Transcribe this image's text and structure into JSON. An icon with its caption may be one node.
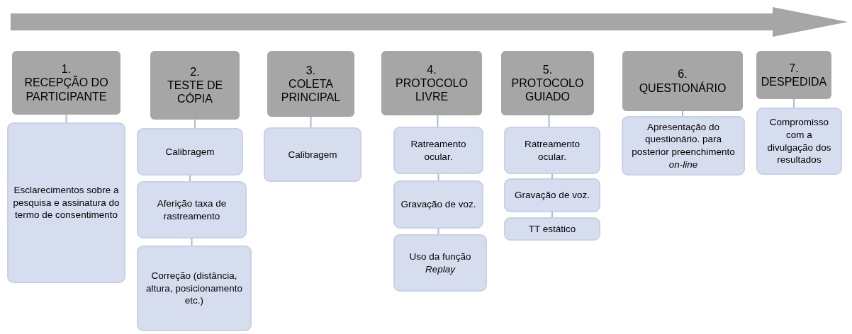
{
  "diagram": {
    "nodes": [
      {
        "text": [
          "1.",
          "RECEPÇÃO DO PARTICIPANTE"
        ]
      },
      {
        "text": [
          "Esclarecimentos sobre a pesquisa e assinatura do termo de consentimento"
        ]
      },
      {
        "text": [
          "2.",
          "TESTE DE CÓPIA"
        ]
      },
      {
        "text": [
          "Calibragem"
        ]
      },
      {
        "text": [
          "Aferição taxa de rastreamento"
        ]
      },
      {
        "text": [
          "Correção (distância, altura, posicionamento etc.)"
        ]
      },
      {
        "text": [
          "3.",
          "COLETA PRINCIPAL"
        ]
      },
      {
        "text": [
          "Calibragem"
        ]
      },
      {
        "text": [
          "4.",
          "PROTOCOLO LIVRE"
        ]
      },
      {
        "text": [
          "Ratreamento ocular."
        ]
      },
      {
        "text": [
          "Gravação de voz."
        ]
      },
      {
        "text": [
          "Uso da função *Replay*"
        ]
      },
      {
        "text": [
          "5.",
          "PROTOCOLO GUIADO"
        ]
      },
      {
        "text": [
          "Ratreamento ocular."
        ]
      },
      {
        "text": [
          "Gravação de voz."
        ]
      },
      {
        "text": [
          "TT estático"
        ]
      },
      {
        "text": [
          "6.",
          "QUESTIONÁRIO"
        ]
      },
      {
        "text": [
          "Apresentação do questionário. para posterior preenchimento *on-line*"
        ]
      },
      {
        "text": [
          "7.",
          "DESPEDIDA"
        ]
      },
      {
        "text": [
          "Compromisso com a divulgação dos resultados"
        ]
      }
    ],
    "edges": [
      {
        "from": 0,
        "to": 1,
        "arrow": "none"
      },
      {
        "from": 2,
        "to": 3,
        "arrow": "none"
      },
      {
        "from": 3,
        "to": 4,
        "arrow": "none"
      },
      {
        "from": 4,
        "to": 5,
        "arrow": "none"
      },
      {
        "from": 6,
        "to": 7,
        "arrow": "none"
      },
      {
        "from": 8,
        "to": 9,
        "arrow": "none"
      },
      {
        "from": 9,
        "to": 10,
        "arrow": "none"
      },
      {
        "from": 10,
        "to": 11,
        "arrow": "none"
      },
      {
        "from": 12,
        "to": 13,
        "arrow": "none"
      },
      {
        "from": 13,
        "to": 14,
        "arrow": "none"
      },
      {
        "from": 14,
        "to": 15,
        "arrow": "none"
      },
      {
        "from": 16,
        "to": 17,
        "arrow": "none"
      },
      {
        "from": 18,
        "to": 19,
        "arrow": "none"
      }
    ]
  }
}
